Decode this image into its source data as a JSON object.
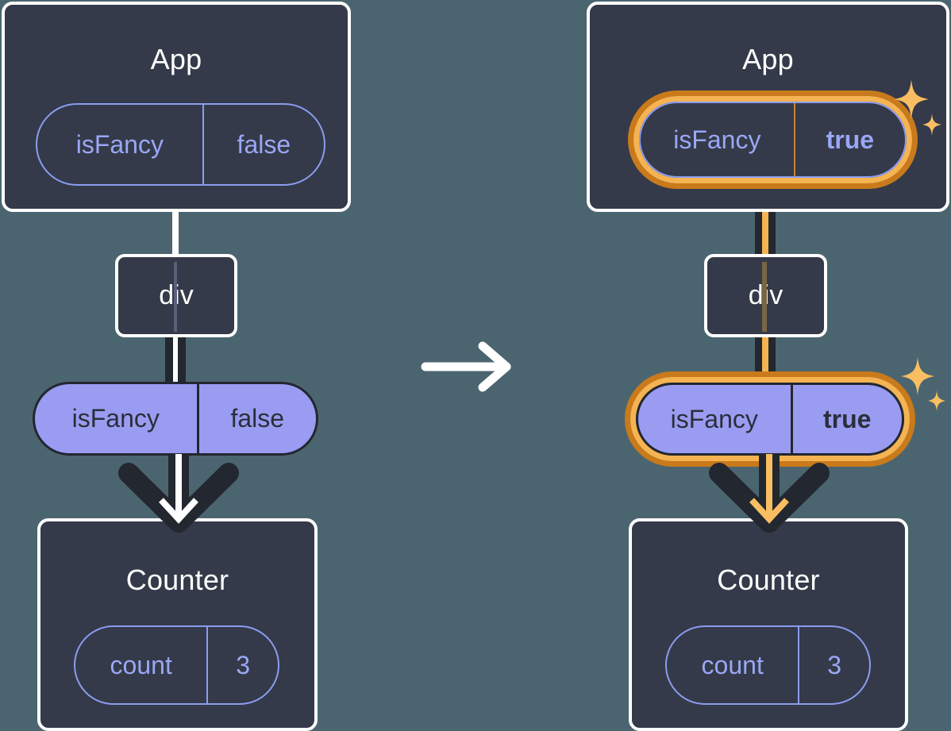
{
  "diagram": {
    "title_hidden": "React state flow: toggling isFancy in App re-renders div and Counter",
    "background_color": "#4b6570",
    "box_fill": "#343a49",
    "box_border": "#ffffff",
    "pill_purple": "#9a9cf2",
    "pill_outline": "#8b9cf0",
    "highlight_dark": "#c97a1a",
    "highlight_light": "#f5b352",
    "line_dark": "#23272f",
    "transition_icon": "arrow-right-icon"
  },
  "left": {
    "app": {
      "title": "App",
      "state": {
        "key": "isFancy",
        "value": "false",
        "highlighted": false
      }
    },
    "div": {
      "label": "div"
    },
    "prop": {
      "key": "isFancy",
      "value": "false",
      "highlighted": false
    },
    "counter": {
      "title": "Counter",
      "state": {
        "key": "count",
        "value": "3",
        "highlighted": false
      }
    }
  },
  "right": {
    "app": {
      "title": "App",
      "state": {
        "key": "isFancy",
        "value": "true",
        "highlighted": true
      }
    },
    "div": {
      "label": "div"
    },
    "prop": {
      "key": "isFancy",
      "value": "true",
      "highlighted": true
    },
    "counter": {
      "title": "Counter",
      "state": {
        "key": "count",
        "value": "3",
        "highlighted": false
      }
    },
    "sparkle_label": "sparkles"
  }
}
